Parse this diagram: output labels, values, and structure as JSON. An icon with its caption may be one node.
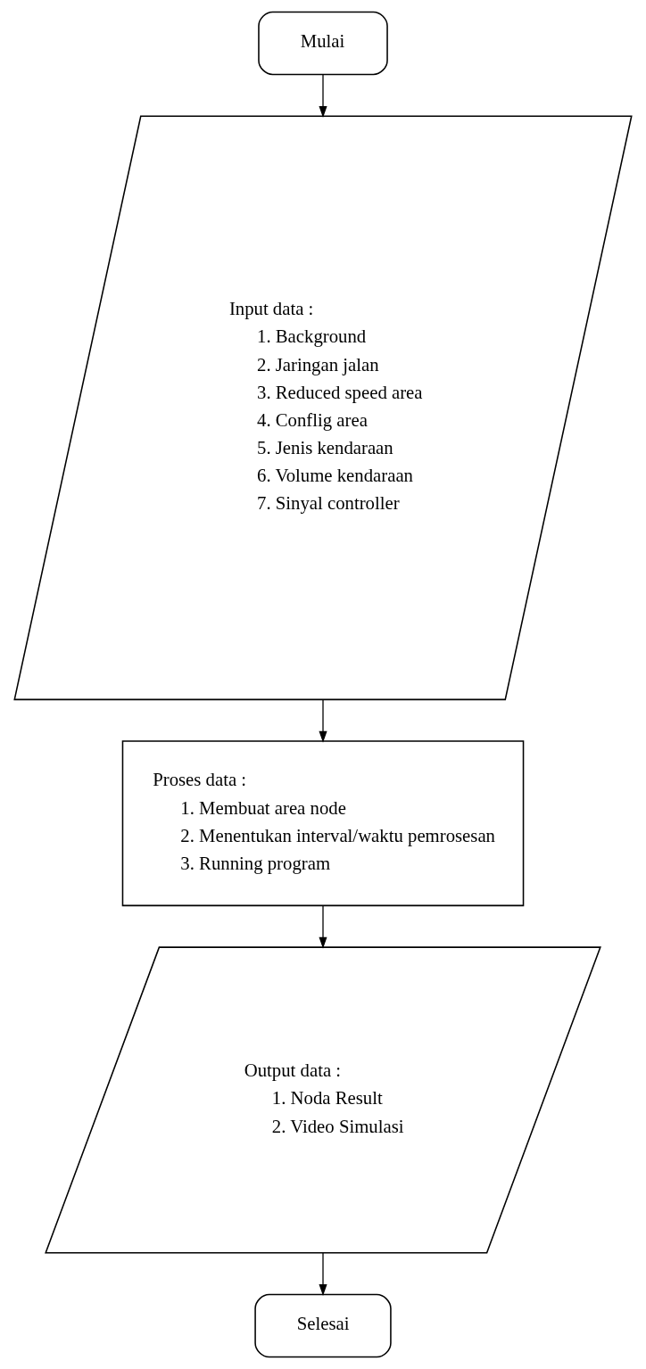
{
  "diagram": {
    "nodes": [
      {
        "text": [
          "Mulai"
        ]
      },
      {
        "text": [
          "Input data :",
          "1. Background",
          "2. Jaringan jalan",
          "3. Reduced speed area",
          "4. Conflig area",
          "5. Jenis kendaraan",
          "6. Volume kendaraan",
          "7. Sinyal controller"
        ]
      },
      {
        "text": [
          "Proses data :",
          "1. Membuat area node",
          "2. Menentukan interval/waktu pemrosesan",
          "3. Running program"
        ]
      },
      {
        "text": [
          "Output data :",
          "1. Noda Result",
          "2. Video Simulasi"
        ]
      },
      {
        "text": [
          "Selesai"
        ]
      }
    ],
    "edges": [
      {
        "from": 0,
        "to": 1,
        "arrow": "to"
      },
      {
        "from": 1,
        "to": 2,
        "arrow": "to"
      },
      {
        "from": 2,
        "to": 3,
        "arrow": "to"
      },
      {
        "from": 3,
        "to": 4,
        "arrow": "to"
      }
    ]
  }
}
